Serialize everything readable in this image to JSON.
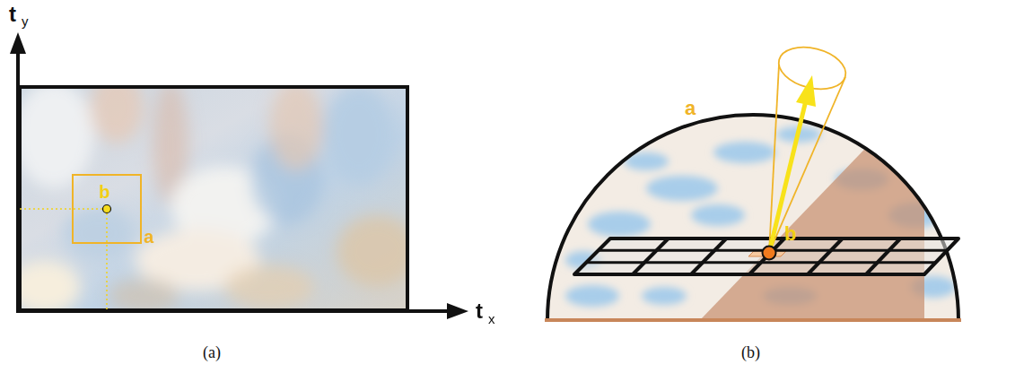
{
  "diagram": {
    "labels": [
      "t",
      "y",
      "t",
      "x",
      "b",
      "a",
      "(a)",
      "a",
      "b",
      "(b)"
    ]
  }
}
